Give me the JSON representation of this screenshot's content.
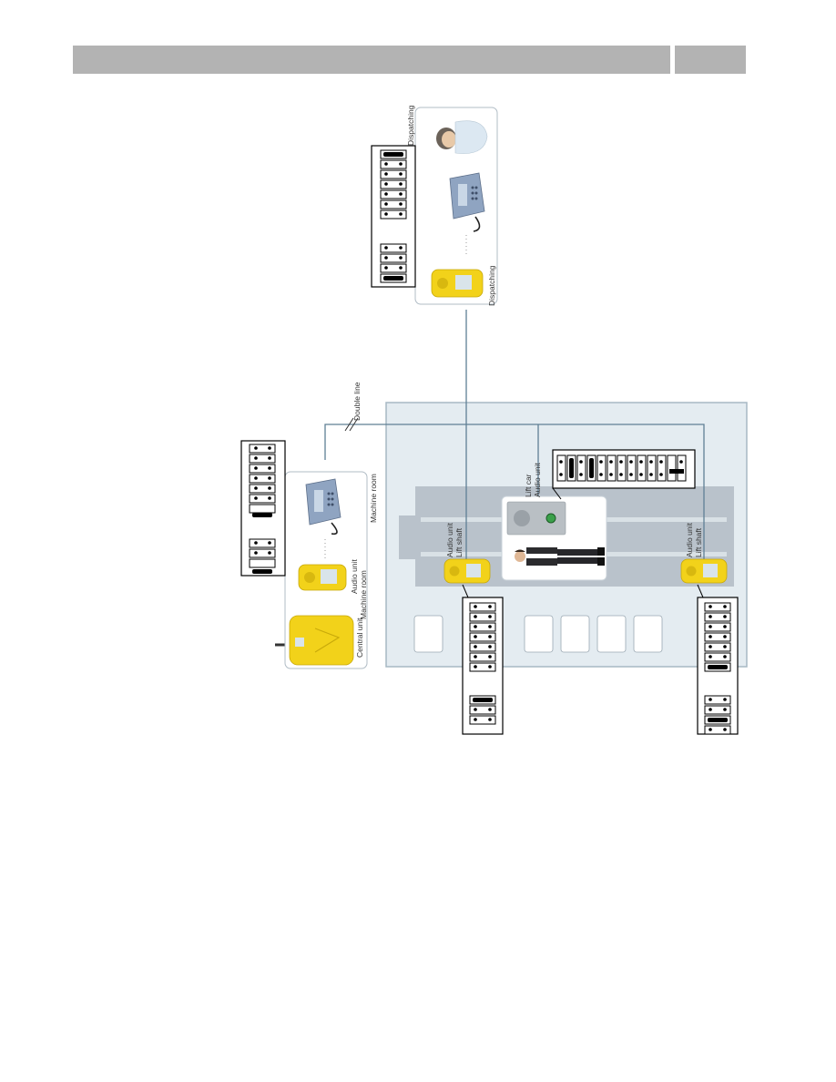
{
  "header": {
    "title": "",
    "page_number": ""
  },
  "labels": {
    "dispatching_top": "Dispatching",
    "dispatching_side": "Dispatching",
    "double_line": "Double line",
    "machine_room": "Machine room",
    "audio_unit_machine_room_1": "Audio unit",
    "audio_unit_machine_room_2": "Machine room",
    "central_unit": "Central unit",
    "lift_car_1": "Lift car",
    "lift_car_2": "Audio unit",
    "audio_unit_shaft_left_1": "Audio unit",
    "audio_unit_shaft_left_2": "Lift shaft",
    "audio_unit_shaft_right_1": "Audio unit",
    "audio_unit_shaft_right_2": "Lift shaft"
  },
  "colors": {
    "header": "#b3b3b3",
    "building": "#e4ecf1",
    "building_border": "#a7b8c4",
    "shaft": "#b9c2cb",
    "line": "#5f7f95",
    "device_yellow": "#f2d21a"
  },
  "icons": {
    "person": "businessman",
    "phone": "desk-phone",
    "operator": "call-center-operator",
    "audio_device": "yellow-audio-unit",
    "central_device": "yellow-central-unit",
    "intercom_panel": "lift-car-intercom"
  }
}
